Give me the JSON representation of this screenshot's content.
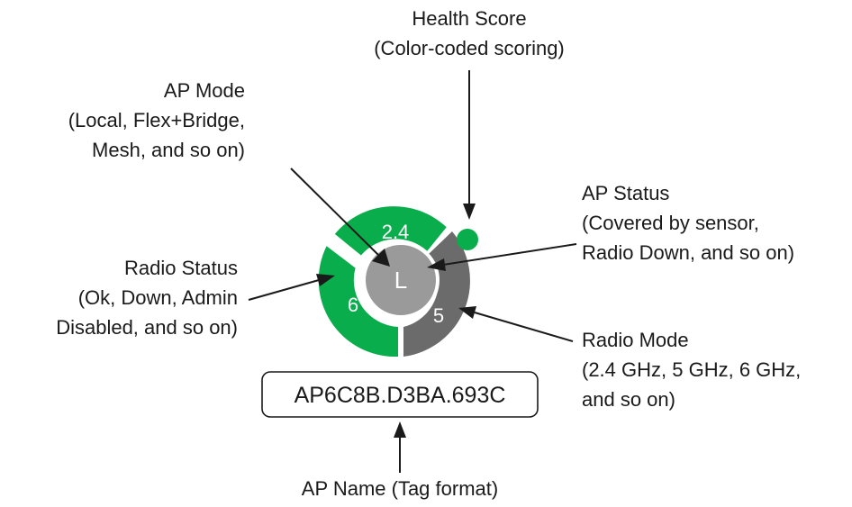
{
  "labels": {
    "health_score": [
      "Health Score",
      "(Color-coded scoring)"
    ],
    "ap_mode": [
      "AP Mode",
      "(Local, Flex+Bridge,",
      "Mesh, and so on)"
    ],
    "ap_status": [
      "AP Status",
      "(Covered by sensor,",
      "Radio Down, and so on)"
    ],
    "radio_status": [
      "Radio Status",
      "(Ok, Down, Admin",
      "Disabled, and so on)"
    ],
    "radio_mode": [
      "Radio Mode",
      "(2.4 GHz, 5 GHz, 6 GHz,",
      "and so on)"
    ],
    "ap_name_caption": [
      "AP Name (Tag format)"
    ]
  },
  "icon": {
    "segment_24": "2.4",
    "segment_6": "6",
    "segment_5": "5",
    "center_mode": "L",
    "ap_name": "AP6C8B.D3BA.693C"
  },
  "colors": {
    "green": "#0aad4b",
    "dark_gray": "#6b6b6b",
    "center_gray": "#9a9a9a",
    "health_dot": "#0aad4b"
  }
}
